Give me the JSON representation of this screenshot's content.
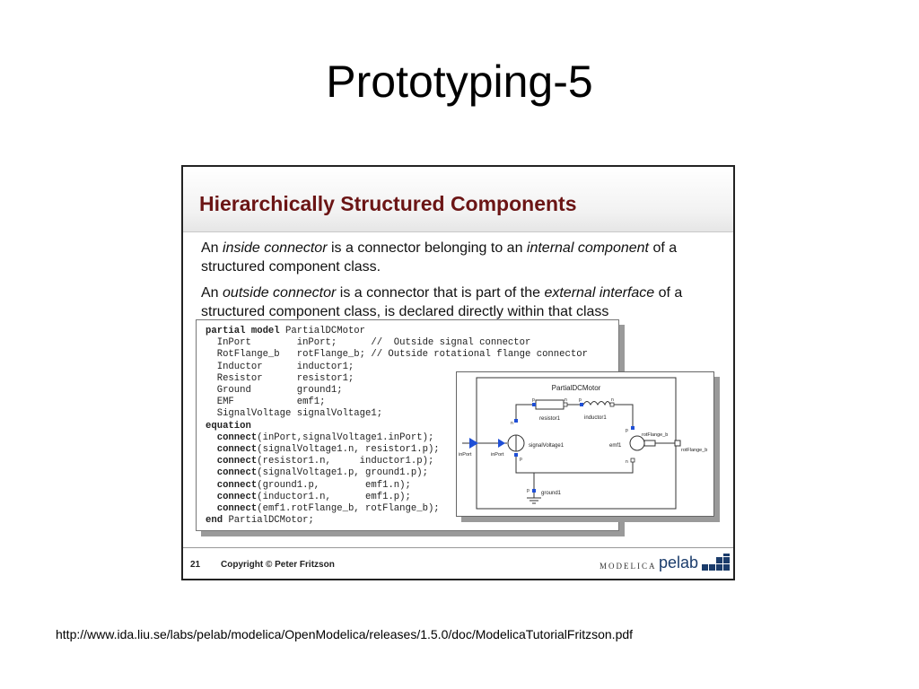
{
  "slide_title": "Prototyping-5",
  "embedded": {
    "heading": "Hierarchically Structured Components",
    "p1": {
      "t1": "An ",
      "i1": "inside connector",
      "t2": " is a connector belonging to an ",
      "i2": "internal component",
      "t3": " of a structured component class."
    },
    "p2": {
      "t1": "An ",
      "i1": "outside connector",
      "t2": " is a connector that is part of the ",
      "i2": "external interface",
      "t3": " of a structured component class, is declared directly within that class"
    },
    "code": {
      "kw_partial_model": "partial model",
      "model_name": "PartialDCMotor",
      "decls": [
        "  InPort        inPort;      //  Outside signal connector",
        "  RotFlange_b   rotFlange_b; // Outside rotational flange connector",
        "  Inductor      inductor1;",
        "  Resistor      resistor1;",
        "  Ground        ground1;",
        "  EMF           emf1;",
        "  SignalVoltage signalVoltage1;"
      ],
      "kw_equation": "equation",
      "kw_connect": "connect",
      "connects": [
        "(inPort,signalVoltage1.inPort);",
        "(signalVoltage1.n, resistor1.p);",
        "(resistor1.n,     inductor1.p);",
        "(signalVoltage1.p, ground1.p);",
        "(ground1.p,        emf1.n);",
        "(inductor1.n,      emf1.p);",
        "(emf1.rotFlange_b, rotFlange_b);"
      ],
      "kw_end": "end",
      "end_name": "PartialDCMotor;"
    },
    "diagram": {
      "title": "PartialDCMotor",
      "labels": {
        "resistor": "resistor1",
        "inductor": "inductor1",
        "inport_outer": "inPort",
        "inport_inner": "inPort",
        "signal_voltage": "signalVoltage1",
        "emf": "emf1",
        "rotflange_inner": "rotFlange_b",
        "rotflange_outer": "rotFlange_b",
        "ground": "ground1",
        "p": "p",
        "n": "n"
      }
    },
    "footer": {
      "page_number": "21",
      "copyright": "Copyright © Peter Fritzson",
      "logo_modelica": "MODELICA",
      "logo_pelab": "pelab"
    }
  },
  "source_url": "http://www.ida.liu.se/labs/pelab/modelica/OpenModelica/releases/1.5.0/doc/ModelicaTutorialFritzson.pdf"
}
